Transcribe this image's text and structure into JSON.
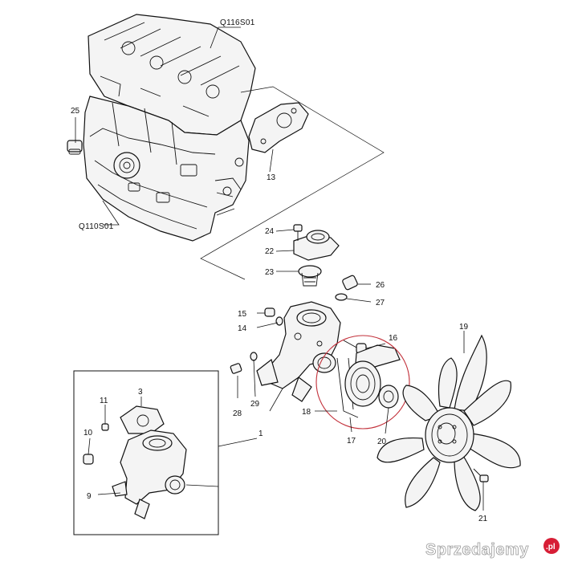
{
  "assembly_codes": {
    "cylinder_head": "Q116S01",
    "cylinder_block": "Q110S01"
  },
  "callouts": {
    "p1": "1",
    "p3": "3",
    "p9": "9",
    "p10": "10",
    "p11": "11",
    "p13": "13",
    "p14": "14",
    "p15": "15",
    "p16": "16",
    "p17": "17",
    "p18": "18",
    "p19": "19",
    "p20": "20",
    "p21": "21",
    "p22": "22",
    "p23": "23",
    "p24": "24",
    "p25": "25",
    "p26": "26",
    "p27": "27",
    "p28": "28",
    "p29": "29"
  },
  "watermark": {
    "text": "Sprzedajemy",
    "suffix": ".pl"
  },
  "colors": {
    "line": "#111111",
    "highlight_circle": "#c2303a",
    "watermark_badge": "#d71e36"
  }
}
